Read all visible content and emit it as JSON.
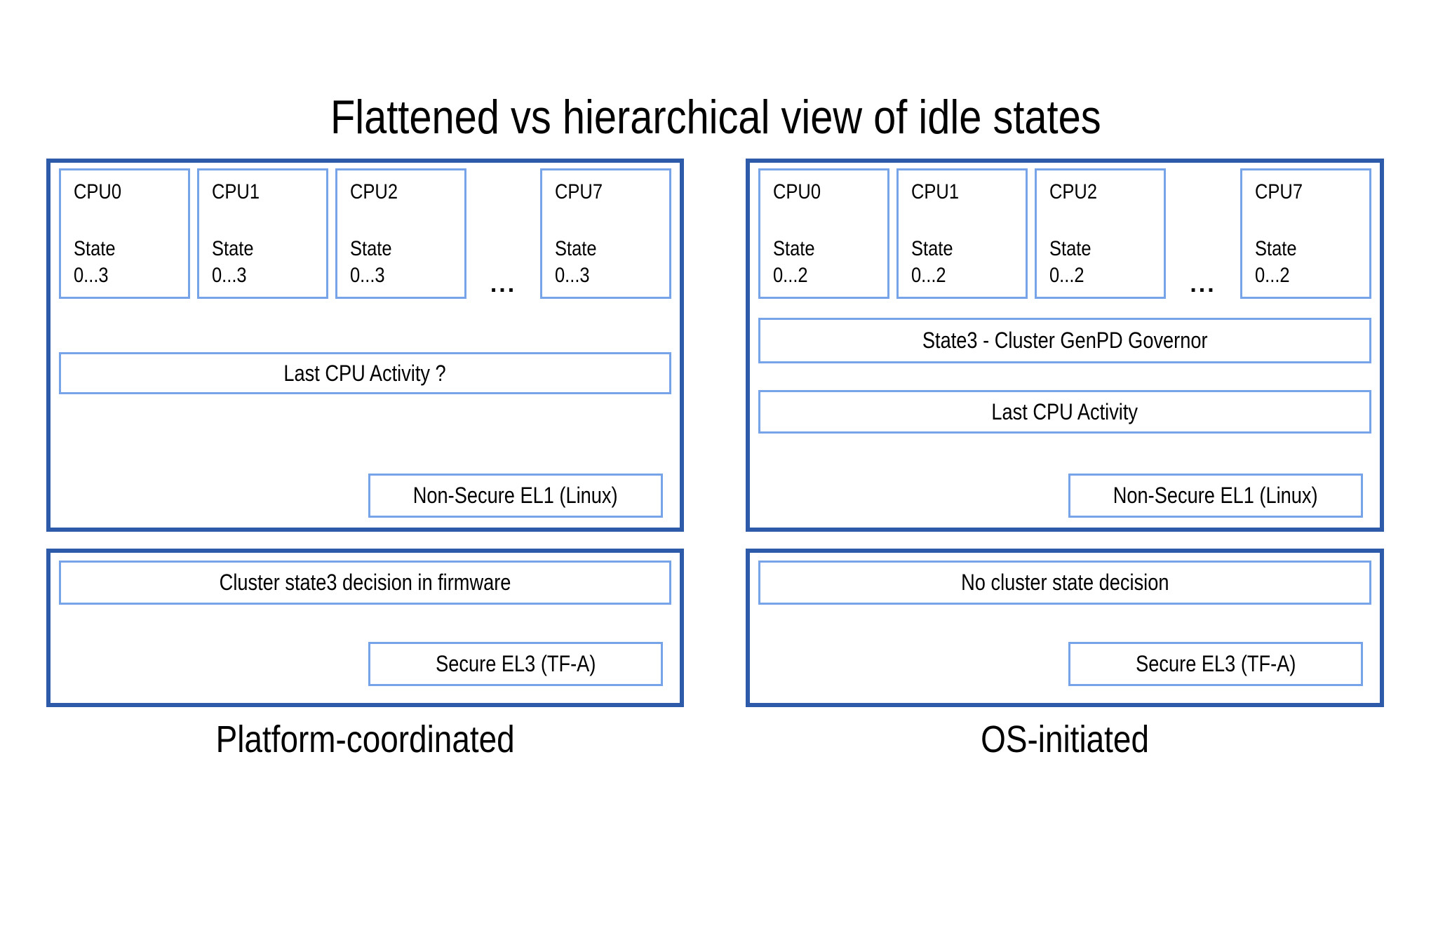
{
  "title": "Flattened vs hierarchical view of idle states",
  "ellipsis": "...",
  "colors": {
    "panel_border": "#2d5ba9",
    "box_border": "#77a4e8",
    "text": "#000000",
    "background": "#ffffff"
  },
  "panels": {
    "left": {
      "caption": "Platform-coordinated",
      "cpus": [
        {
          "name": "CPU0",
          "state_line1": "State",
          "state_line2": "0...3"
        },
        {
          "name": "CPU1",
          "state_line1": "State",
          "state_line2": "0...3"
        },
        {
          "name": "CPU2",
          "state_line1": "State",
          "state_line2": "0...3"
        },
        {
          "name": "CPU7",
          "state_line1": "State",
          "state_line2": "0...3"
        }
      ],
      "activity_label": "Last CPU Activity ?",
      "el1_label": "Non-Secure EL1 (Linux)",
      "decision_label": "Cluster state3 decision in firmware",
      "el3_label": "Secure EL3 (TF-A)"
    },
    "right": {
      "caption": "OS-initiated",
      "cpus": [
        {
          "name": "CPU0",
          "state_line1": "State",
          "state_line2": "0...2"
        },
        {
          "name": "CPU1",
          "state_line1": "State",
          "state_line2": "0...2"
        },
        {
          "name": "CPU2",
          "state_line1": "State",
          "state_line2": "0...2"
        },
        {
          "name": "CPU7",
          "state_line1": "State",
          "state_line2": "0...2"
        }
      ],
      "governor_label": "State3 - Cluster GenPD Governor",
      "activity_label": "Last CPU Activity",
      "el1_label": "Non-Secure EL1 (Linux)",
      "decision_label": "No cluster state decision",
      "el3_label": "Secure EL3 (TF-A)"
    }
  }
}
